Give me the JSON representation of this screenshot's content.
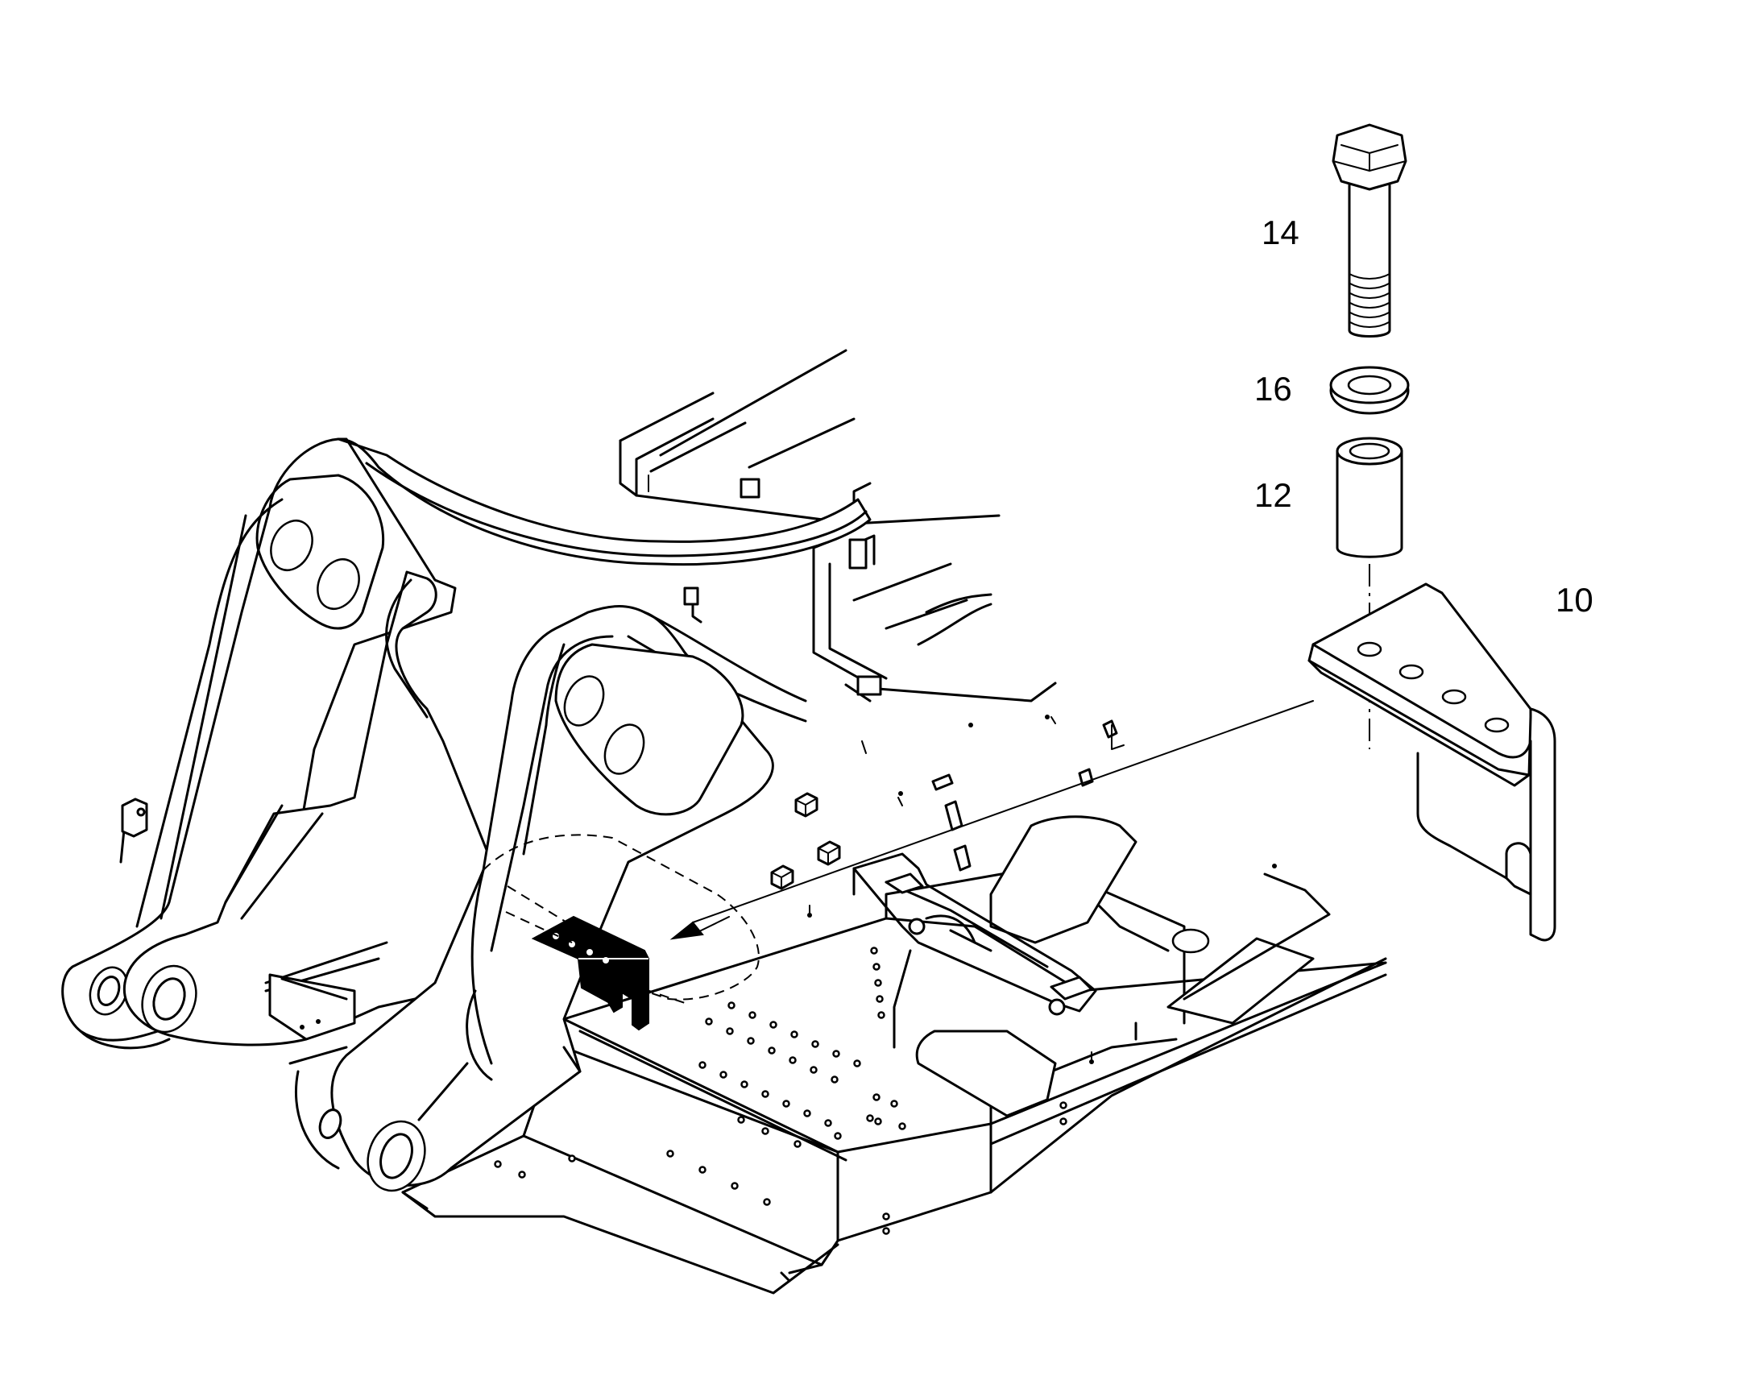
{
  "diagram": {
    "callouts": [
      {
        "id": "c14",
        "label": "14",
        "part": "bolt"
      },
      {
        "id": "c16",
        "label": "16",
        "part": "washer"
      },
      {
        "id": "c12",
        "label": "12",
        "part": "spacer-sleeve"
      },
      {
        "id": "c10",
        "label": "10",
        "part": "bracket"
      }
    ],
    "stroke_color": "#000000",
    "background_color": "#ffffff"
  }
}
